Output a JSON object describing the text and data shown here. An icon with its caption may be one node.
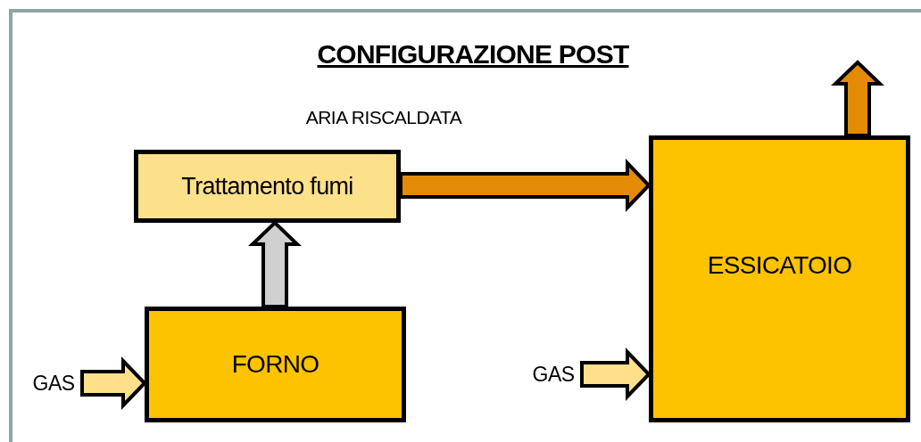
{
  "diagram": {
    "title": "CONFIGURAZIONE POST",
    "nodes": [
      {
        "text": [
          "Trattamento fumi"
        ]
      },
      {
        "text": [
          "ESSICATOIO"
        ]
      },
      {
        "text": [
          "FORNO"
        ]
      },
      {
        "text": [
          "GAS"
        ]
      },
      {
        "text": [
          "GAS"
        ]
      }
    ],
    "edges": [
      {
        "from": 2,
        "to": 0,
        "arrow": "to",
        "color": "#d0d0d0"
      },
      {
        "from": 0,
        "to": 1,
        "arrow": "to",
        "color": "#e38b07"
      },
      {
        "from": 3,
        "to": 2,
        "arrow": "to",
        "color": "#ffe08a"
      },
      {
        "from": 4,
        "to": 1,
        "arrow": "to",
        "color": "#ffe08a"
      },
      {
        "from": 1,
        "to": null,
        "arrow": "to",
        "color": "#e38b07"
      }
    ],
    "labels": [
      "ARIA RISCALDATA"
    ]
  }
}
